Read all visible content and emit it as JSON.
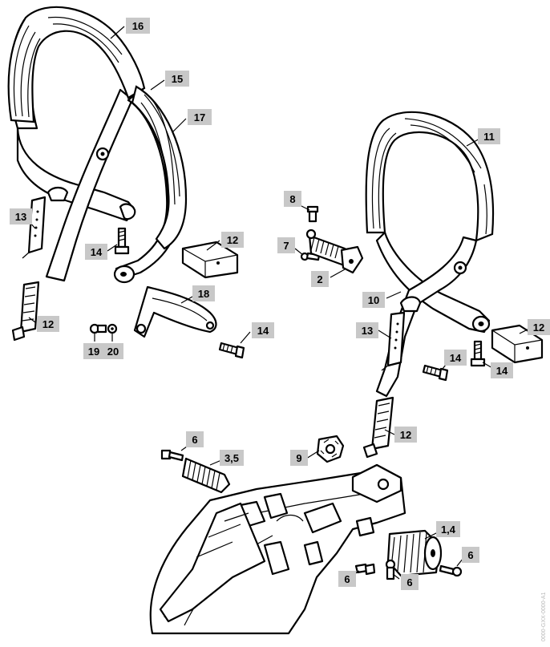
{
  "callouts": [
    {
      "id": "c16",
      "text": "16"
    },
    {
      "id": "c15",
      "text": "15"
    },
    {
      "id": "c17",
      "text": "17"
    },
    {
      "id": "c13a",
      "text": "13"
    },
    {
      "id": "c14a",
      "text": "14"
    },
    {
      "id": "c12a",
      "text": "12"
    },
    {
      "id": "c12b",
      "text": "12"
    },
    {
      "id": "c18",
      "text": "18"
    },
    {
      "id": "c19",
      "text": "19"
    },
    {
      "id": "c20",
      "text": "20"
    },
    {
      "id": "c14b",
      "text": "14"
    },
    {
      "id": "c8",
      "text": "8"
    },
    {
      "id": "c7",
      "text": "7"
    },
    {
      "id": "c2",
      "text": "2"
    },
    {
      "id": "c11",
      "text": "11"
    },
    {
      "id": "c10",
      "text": "10"
    },
    {
      "id": "c13b",
      "text": "13"
    },
    {
      "id": "c12c",
      "text": "12"
    },
    {
      "id": "c14c",
      "text": "14"
    },
    {
      "id": "c14d",
      "text": "14"
    },
    {
      "id": "c12d",
      "text": "12"
    },
    {
      "id": "c6a",
      "text": "6"
    },
    {
      "id": "c35",
      "text": "3,5"
    },
    {
      "id": "c9",
      "text": "9"
    },
    {
      "id": "c14e",
      "text": "1,4"
    },
    {
      "id": "c6b",
      "text": "6"
    },
    {
      "id": "c6c",
      "text": "6"
    },
    {
      "id": "c6d",
      "text": "6"
    }
  ],
  "watermark": "0000-GXX-0000-A1"
}
